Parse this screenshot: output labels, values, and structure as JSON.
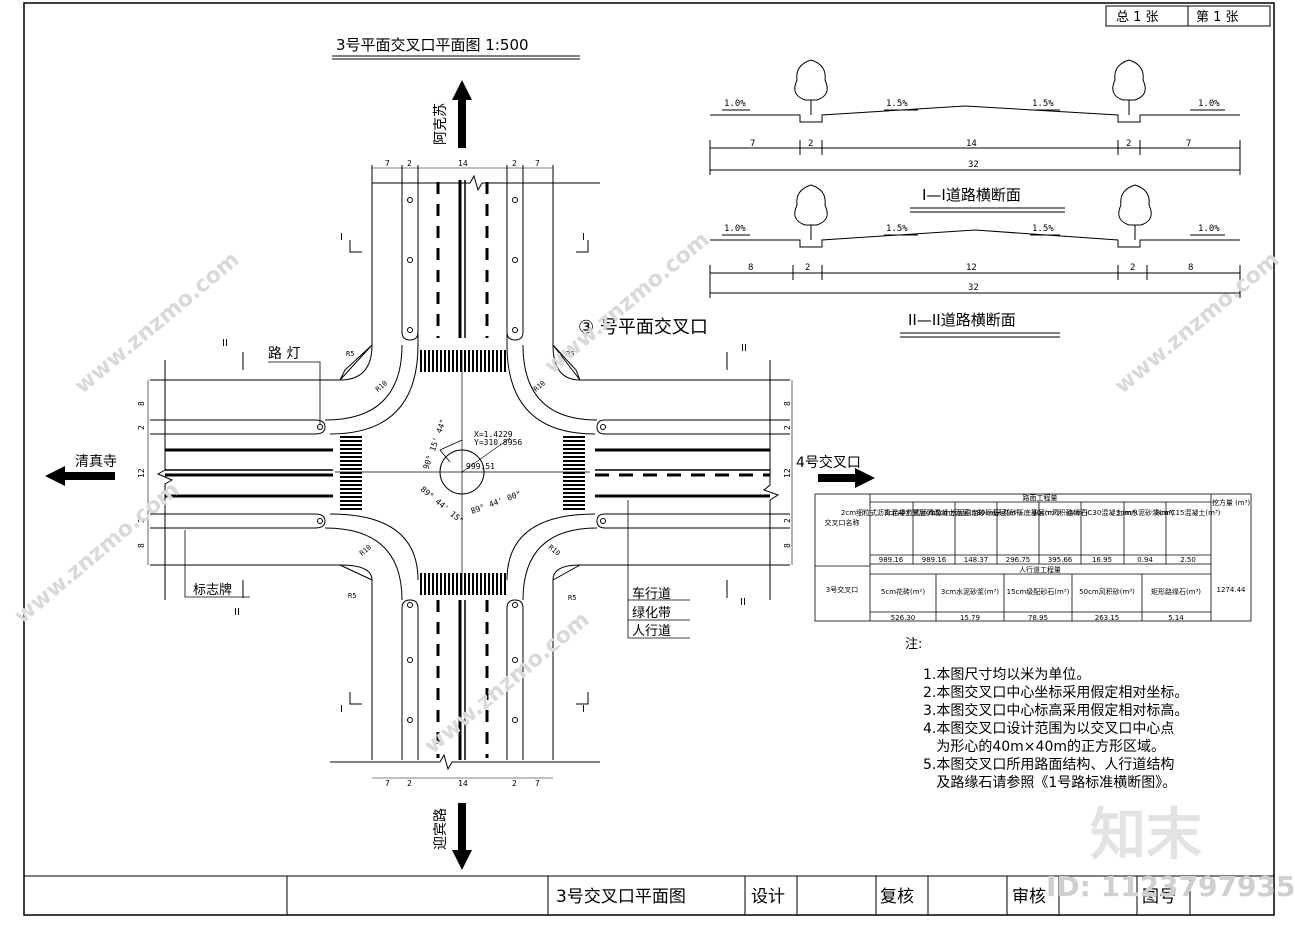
{
  "sheet": {
    "total": "总 1 张",
    "page": "第 1 张"
  },
  "title": "3号平面交叉口平面图  1:500",
  "intersection_label": "③ 号平面交叉口",
  "roads": {
    "north": "阿克苏",
    "south": "迎宾路",
    "west": "清真寺",
    "east": "4号交叉口"
  },
  "labels": {
    "street_lamp": "路 灯",
    "sign": "标志牌",
    "legend": [
      "车行道",
      "绿化带",
      "人行道"
    ],
    "sec_I": "I",
    "sec_II": "II"
  },
  "dims": {
    "ns_top": [
      "7",
      "2",
      "14",
      "2",
      "7"
    ],
    "ns_bottom": [
      "7",
      "2",
      "14",
      "2",
      "7"
    ],
    "ew_left": [
      "8",
      "2",
      "12",
      "2",
      "8"
    ],
    "ew_right": [
      "8",
      "2",
      "12",
      "2",
      "8"
    ],
    "radius": "R10",
    "corner": "R5"
  },
  "center": {
    "coord_x": "X=1.4229",
    "coord_y": "Y=310.8956",
    "elevation": "999.51",
    "angles": [
      "90° 15' 44\"",
      "89° 44' 15\"",
      "89° 44' 00\""
    ]
  },
  "sections": [
    {
      "title": "I—I道路横断面",
      "slopes": [
        "1.0%",
        "1.5%",
        "1.5%",
        "1.0%"
      ],
      "dims": [
        "7",
        "2",
        "14",
        "2",
        "7"
      ],
      "total": "32"
    },
    {
      "title": "II—II道路横断面",
      "slopes": [
        "1.0%",
        "1.5%",
        "1.5%",
        "1.0%"
      ],
      "dims": [
        "8",
        "2",
        "12",
        "2",
        "8"
      ],
      "total": "32"
    }
  ],
  "quantity_table": {
    "road_header": "路面工程量",
    "name_header": "交叉口名称",
    "fill_header": "挖方量\n(m³)",
    "road_cols": [
      "2cm细粒式沥青混凝土面层(m²)",
      "3cm中粒式沥青混凝土面层(m²)",
      "15cm水泥稳定砂砾基层(m³)",
      "30cm天然砂砾底基层(m³)",
      "40cm风积砂(m³)",
      "路缘石C30混凝土(m³)",
      "3cm水泥砂浆(m³)",
      "8cmC15混凝土(m³)"
    ],
    "road_vals": [
      "989.16",
      "989.16",
      "148.37",
      "296.75",
      "395.66",
      "16.95",
      "0.94",
      "2.50"
    ],
    "walk_header": "人行道工程量",
    "walk_cols": [
      "5cm花砖(m²)",
      "3cm水泥砂浆(m³)",
      "15cm级配砂石(m³)",
      "50cm风积砂(m³)",
      "矩形路缘石(m³)"
    ],
    "walk_vals": [
      "526.30",
      "15.79",
      "78.95",
      "263.15",
      "5.14"
    ],
    "row_name": "3号交叉口",
    "fill_val": "1274.44"
  },
  "notes": {
    "head": "注:",
    "items": [
      "1.本图尺寸均以米为单位。",
      "2.本图交叉口中心坐标采用假定相对坐标。",
      "3.本图交叉口中心标高采用假定相对标高。",
      "4.本图交叉口设计范围为以交叉口中心点",
      "   为形心的40m×40m的正方形区域。",
      "5.本图交叉口所用路面结构、人行道结构",
      "   及路缘石请参照《1号路标准横断图》。"
    ]
  },
  "title_block": {
    "drawing_name": "3号交叉口平面图",
    "design": "设计",
    "check": "复核",
    "review": "审核",
    "number": "图号"
  },
  "watermark": {
    "site": "www.znzmo.com",
    "brand": "知末",
    "id": "ID: 1123797935"
  }
}
